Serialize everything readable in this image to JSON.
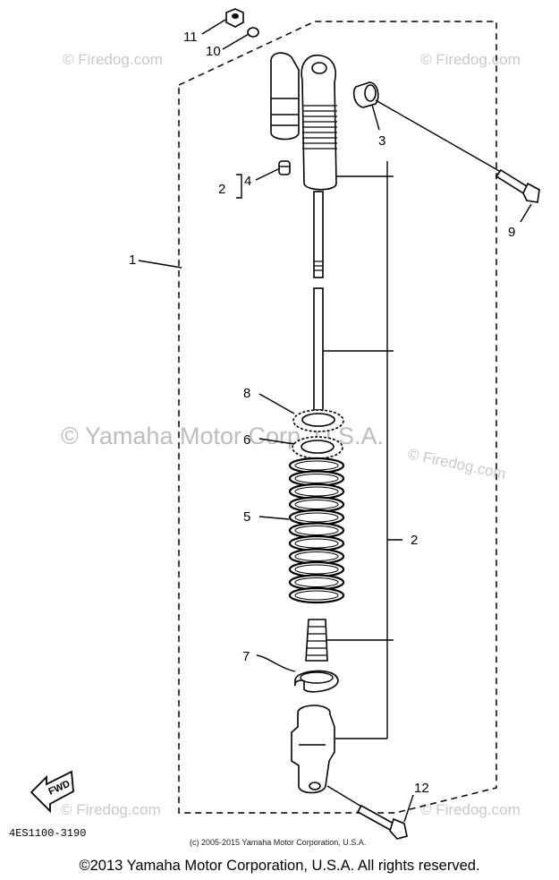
{
  "callouts": {
    "c1": "1",
    "c2_top": "2",
    "c2_mid": "2",
    "c3": "3",
    "c4": "4",
    "c5": "5",
    "c6": "6",
    "c7": "7",
    "c8": "8",
    "c9": "9",
    "c10": "10",
    "c11": "11",
    "c12": "12"
  },
  "watermark": {
    "site": "© Firedog.com",
    "site_short": "© Firedog.com",
    "owner": "© Yamaha Motor Corp, U.S.A."
  },
  "fwd_label": "FWD",
  "part_code": "4ES1100-3190",
  "small_copyright": "(c) 2005-2015 Yamaha Motor Corporation, U.S.A.",
  "copyright": "©2013 Yamaha Motor Corporation, U.S.A. All rights reserved."
}
